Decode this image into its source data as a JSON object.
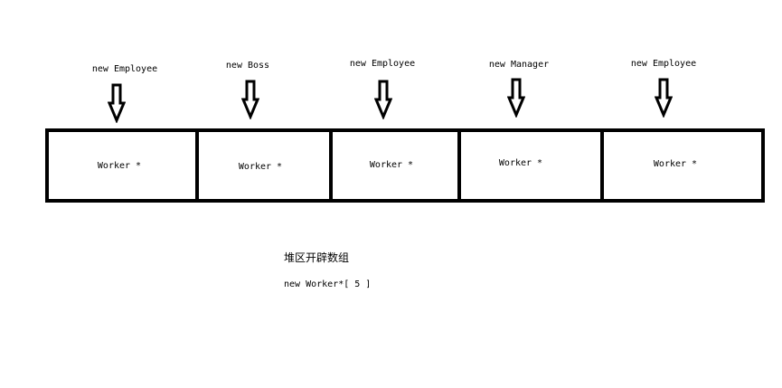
{
  "objects": [
    {
      "label": "new Employee"
    },
    {
      "label": "new Boss"
    },
    {
      "label": "new Employee"
    },
    {
      "label": "new Manager"
    },
    {
      "label": "new Employee"
    }
  ],
  "array": {
    "cells": [
      {
        "label": "Worker *"
      },
      {
        "label": "Worker *"
      },
      {
        "label": "Worker *"
      },
      {
        "label": "Worker *"
      },
      {
        "label": "Worker *"
      }
    ]
  },
  "caption": "堆区开辟数组",
  "expression": "new Worker*[ 5 ]",
  "colors": {
    "ink": "#000000",
    "background": "#ffffff"
  }
}
